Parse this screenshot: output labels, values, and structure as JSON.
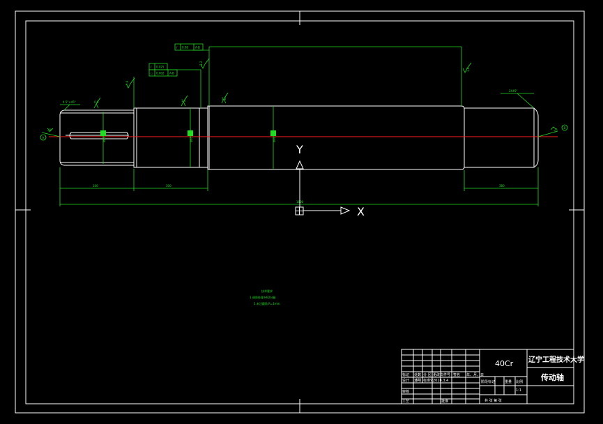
{
  "drawing": {
    "material": "40Cr",
    "university": "辽宁工程技术大学",
    "part_name": "传动轴",
    "scale": "1:1",
    "tech_notes": {
      "title": "技术要求",
      "line1": "1.调质处理  HB2分级",
      "line2": "2.未注圆角  R=1mm"
    },
    "chamfers": {
      "left": "4.5°×45°",
      "right": "2X45°"
    },
    "surface_finish": {
      "s1": "0.8",
      "s2": "1.6",
      "s3": "1.6",
      "s4": "3.2",
      "s5": "3.2",
      "s6": "1.6",
      "s7": "1.6",
      "s8": "3.2"
    },
    "gd_t": {
      "top_symbol": "/",
      "top_value": "0.08",
      "top_ref": "A-B",
      "mid1_symbol": "/",
      "mid1_value": "0.025",
      "mid2_symbol": "○",
      "mid2_value": "0.002",
      "mid2_ref": "A-B"
    },
    "datums": {
      "left": "A",
      "right": "B"
    },
    "dimensions": {
      "d1": "100",
      "d2": "300",
      "d3": "380",
      "total": "1600",
      "dia1": "Φ60",
      "dia2": "Φ65",
      "dia3": "Φ90"
    },
    "axes": {
      "x": "X",
      "y": "Y"
    },
    "title_block": {
      "mark": "标记",
      "count": "处数",
      "zone": "分 区",
      "change_no": "更改文件号",
      "sign": "签名",
      "date": "年、月、日",
      "design": "设计",
      "design_name": "潘明",
      "std": "标准化",
      "std_date": "2018.3.4",
      "review": "审核",
      "process": "工艺",
      "approve": "批准",
      "stage_mark": "阶段标记",
      "weight": "重量",
      "ratio": "比例",
      "sheets": "共    张    第    张"
    }
  }
}
